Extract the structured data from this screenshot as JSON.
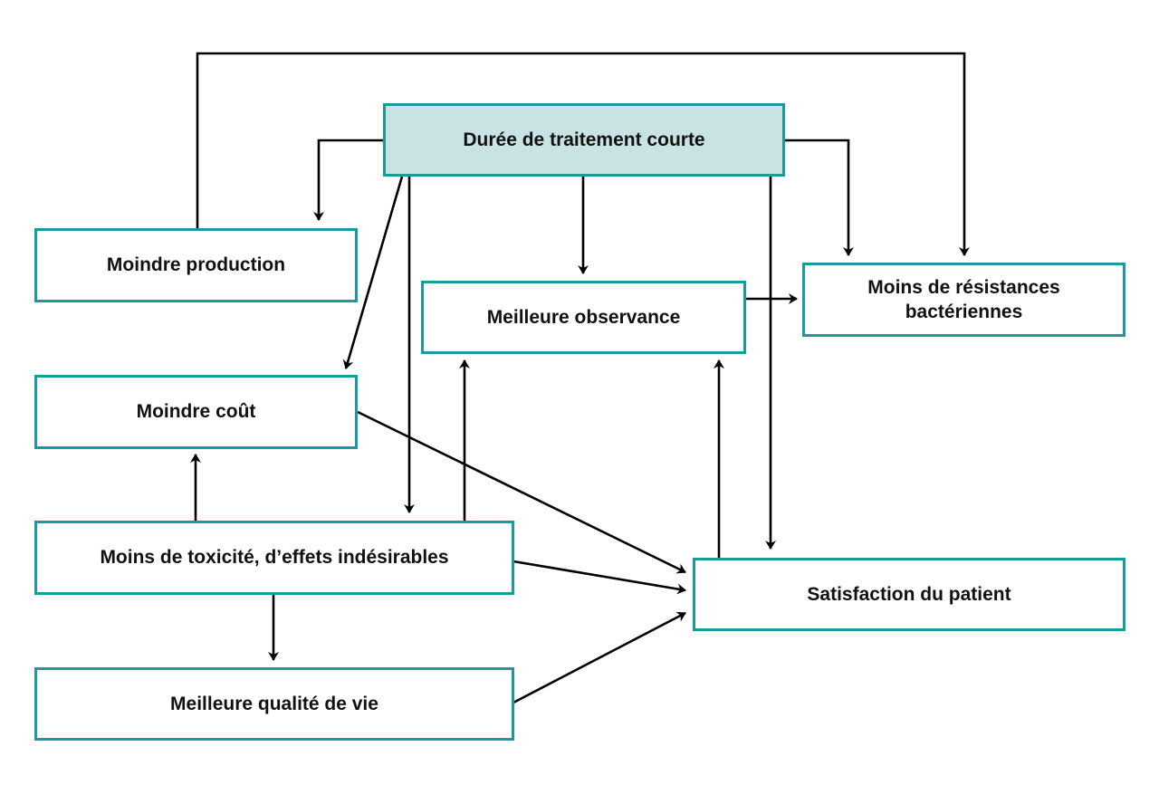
{
  "diagram": {
    "nodes": {
      "root": "Durée de traitement courte",
      "production": "Moindre production",
      "observance": "Meilleure observance",
      "resistances": "Moins de résistances bactériennes",
      "cout": "Moindre coût",
      "toxicite": "Moins de toxicité, d’effets indésirables",
      "satisfaction": "Satisfaction du patient",
      "qualite": "Meilleure qualité de vie"
    },
    "edges": [
      {
        "from": "root",
        "to": "production"
      },
      {
        "from": "root",
        "to": "cout"
      },
      {
        "from": "root",
        "to": "toxicite"
      },
      {
        "from": "root",
        "to": "observance"
      },
      {
        "from": "root",
        "to": "satisfaction"
      },
      {
        "from": "root",
        "to": "resistances"
      },
      {
        "from": "production",
        "to": "resistances"
      },
      {
        "from": "observance",
        "to": "resistances"
      },
      {
        "from": "toxicite",
        "to": "cout"
      },
      {
        "from": "toxicite",
        "to": "observance"
      },
      {
        "from": "toxicite",
        "to": "qualite"
      },
      {
        "from": "toxicite",
        "to": "satisfaction"
      },
      {
        "from": "cout",
        "to": "satisfaction"
      },
      {
        "from": "qualite",
        "to": "satisfaction"
      },
      {
        "from": "satisfaction",
        "to": "observance"
      }
    ],
    "colors": {
      "node_border": "#1a9a9a",
      "root_fill": "#c9e2e3",
      "arrow": "#000000"
    }
  }
}
